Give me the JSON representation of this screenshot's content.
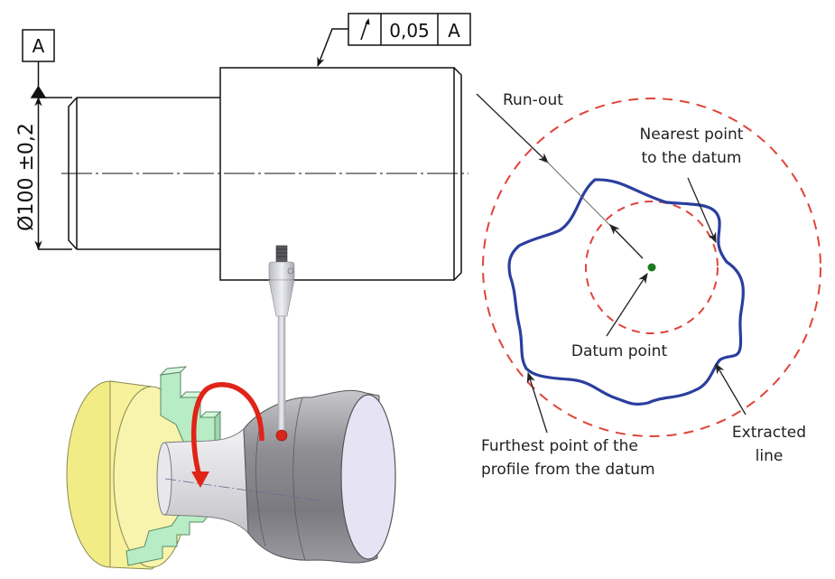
{
  "drawing": {
    "datum_label": "A",
    "dimension_text": "Ø100 ±0,2",
    "feature_control_frame": {
      "symbol_icon": "circular-runout-arrow-icon",
      "tolerance": "0,05",
      "datum_ref": "A"
    }
  },
  "runout_diagram": {
    "labels": {
      "run_out": "Run-out",
      "nearest_line1": "Nearest point",
      "nearest_line2": "to the datum",
      "datum_point": "Datum point",
      "extracted_line1": "Extracted",
      "extracted_line2": "line",
      "furthest_line1": "Furthest point of the",
      "furthest_line2": "profile from the datum"
    },
    "colors": {
      "tolerance_circles": "#e0443a",
      "extracted_line": "#2a3f9e",
      "datum_point": "#1a7a1a",
      "leader": "#222222"
    }
  },
  "illustration": {
    "chuck_color": "#f4ef8a",
    "jaw_color": "#b7ecc4",
    "part_color": "#9a9a9e",
    "rotation_arrow_color": "#e02418",
    "probe_tip_color": "#d8261c"
  }
}
